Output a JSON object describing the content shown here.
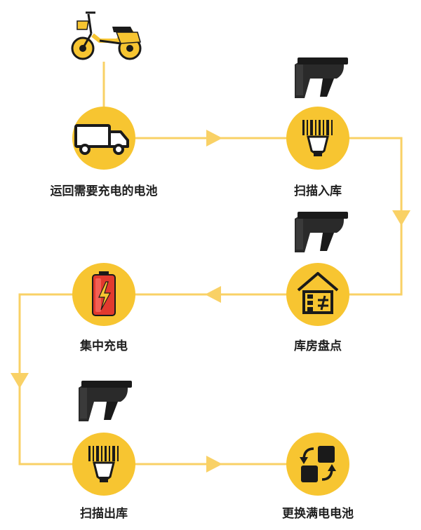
{
  "diagram": {
    "steps": [
      {
        "id": "transport",
        "label": "运回需要充电的电池",
        "icon": "truck-icon"
      },
      {
        "id": "scan-in",
        "label": "扫描入库",
        "icon": "barcode-scan-icon"
      },
      {
        "id": "inventory",
        "label": "库房盘点",
        "icon": "warehouse-icon"
      },
      {
        "id": "charge",
        "label": "集中充电",
        "icon": "battery-charging-icon"
      },
      {
        "id": "scan-out",
        "label": "扫描出库",
        "icon": "barcode-scan-icon"
      },
      {
        "id": "swap",
        "label": "更换满电电池",
        "icon": "swap-icon"
      }
    ],
    "extra_icons": [
      "electric-scooter-icon",
      "handheld-rfid-scanner-icon"
    ],
    "colors": {
      "accent": "#F7C531",
      "line": "#F9D166",
      "icon_dark": "#1a1a1a",
      "battery_red": "#E23A2E"
    }
  }
}
